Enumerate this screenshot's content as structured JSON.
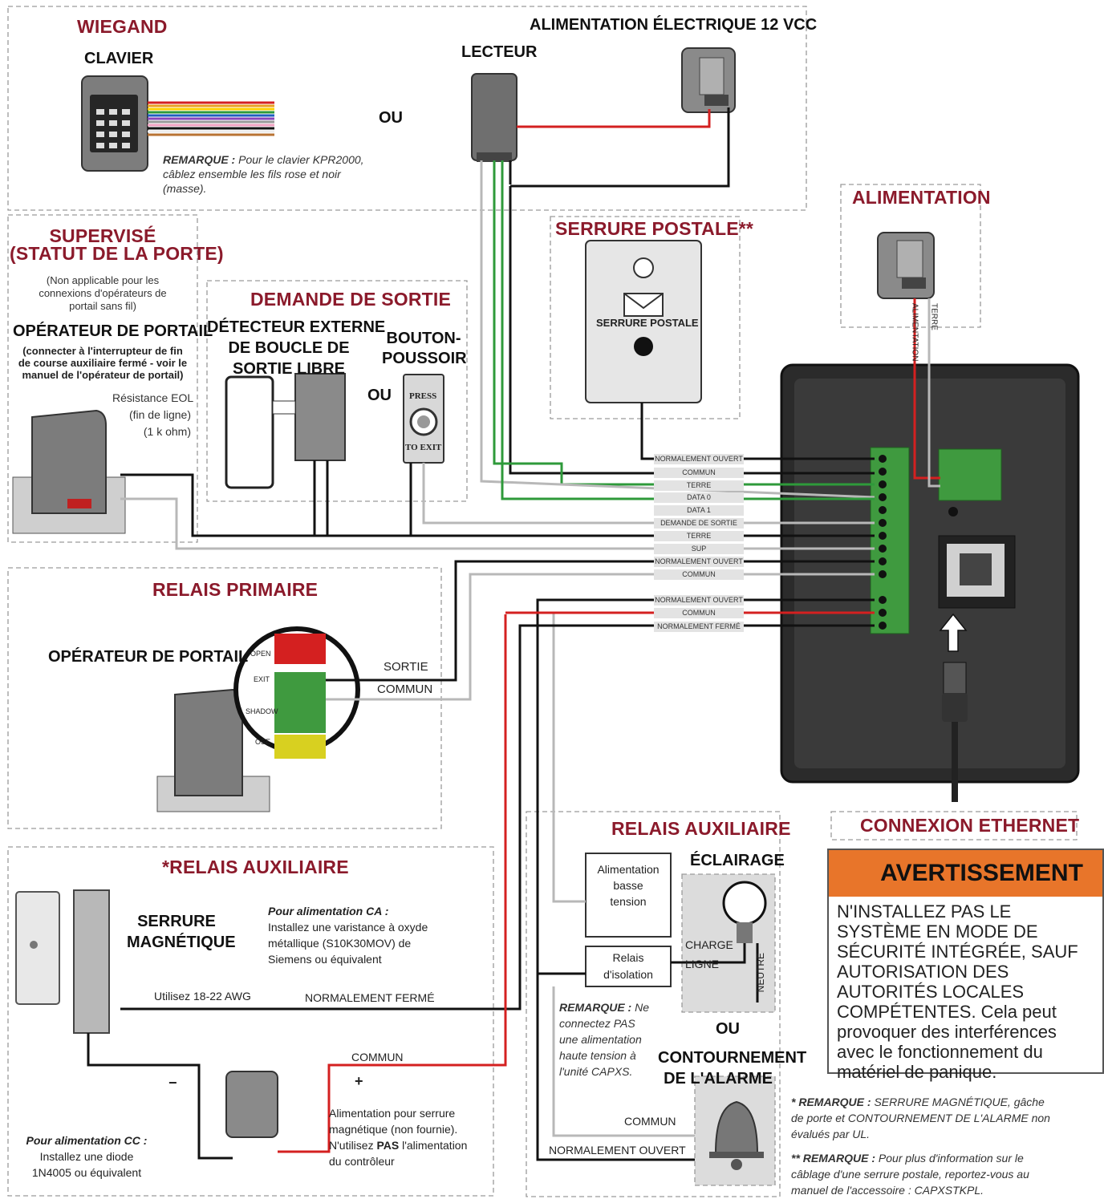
{
  "sections": {
    "wiegand": "WIEGAND",
    "power12": "ALIMENTATION ÉLECTRIQUE 12 VCC",
    "supervised": [
      "SUPERVISÉ",
      "(STATUT DE LA PORTE)"
    ],
    "rex": "DEMANDE DE SORTIE",
    "postal": "SERRURE POSTALE**",
    "power": "ALIMENTATION",
    "primary_relay": "RELAIS PRIMAIRE",
    "aux_relay_star": "*RELAIS AUXILIAIRE",
    "aux_relay": "RELAIS AUXILIAIRE",
    "ethernet": "CONNEXION ETHERNET"
  },
  "labels": {
    "keypad": "CLAVIER",
    "or1": "OU",
    "reader": "LECTEUR",
    "keypad_note_bold": "REMARQUE :",
    "keypad_note": [
      "Pour le clavier KPR2000,",
      "câblez ensemble les fils rose et noir",
      "(masse)."
    ],
    "wireless_note": [
      "(Non applicable pour les",
      "connexions d'opérateurs de",
      "portail sans fil)"
    ],
    "gate_operator": "OPÉRATEUR DE PORTAIL",
    "gate_operator_note": [
      "(connecter à l'interrupteur de fin",
      "de course auxiliaire fermé - voir le",
      "manuel de l'opérateur de portail)"
    ],
    "eol": [
      "Résistance EOL",
      "(fin de ligne)",
      "(1 k ohm)"
    ],
    "ext_detector": [
      "DÉTECTEUR EXTERNE",
      "DE BOUCLE DE",
      "SORTIE LIBRE"
    ],
    "pushbutton": [
      "BOUTON-",
      "POUSSOIR"
    ],
    "or2": "OU",
    "press": "PRESS",
    "to_exit": "TO EXIT",
    "postal_lock": "SERRURE POSTALE",
    "supply_alim": "ALIMENTATION",
    "supply_ground": "TERRE",
    "gate_operator2": "OPÉRATEUR DE PORTAIL",
    "sortie": "SORTIE",
    "commun": "COMMUN",
    "op_open": "OPEN",
    "op_exit": "EXIT",
    "op_shadow": "SHADOW",
    "op_close": "OSE",
    "mag_lock": [
      "SERRURE",
      "MAGNÉTIQUE"
    ],
    "ac_title": "Pour alimentation CA :",
    "ac_text": [
      "Installez une varistance à oxyde",
      "métallique (S10K30MOV) de",
      "Siemens ou équivalent"
    ],
    "awg": "Utilisez 18-22 AWG",
    "nc": "NORMALEMENT FERMÉ",
    "commun2": "COMMUN",
    "dc_title": "Pour alimentation CC :",
    "dc_text": [
      "Installez une diode",
      "1N4005 ou équivalent"
    ],
    "mag_supply": [
      "Alimentation pour serrure",
      "magnétique (non fournie).",
      "du contrôleur"
    ],
    "mag_supply_line2_pre": "N'utilisez ",
    "mag_supply_line2_bold": "PAS",
    "mag_supply_line2_post": " l'alimentation",
    "low_voltage": [
      "Alimentation",
      "basse",
      "tension"
    ],
    "isolation": [
      "Relais",
      "d'isolation"
    ],
    "lighting": "ÉCLAIRAGE",
    "charge": "CHARGE",
    "ligne": "LIGNE",
    "neutre": "NEUTRE",
    "or3": "OU",
    "hv_note_bold": "REMARQUE :",
    "hv_note": [
      "Ne",
      "connectez PAS",
      "une alimentation",
      "haute tension à",
      "l'unité CAPXS."
    ],
    "alarm_bypass": [
      "CONTOURNEMENT",
      "DE L'ALARME"
    ],
    "commun3": "COMMUN",
    "no": "NORMALEMENT OUVERT",
    "minus": "−",
    "plus": "+"
  },
  "terminals": [
    "NORMALEMENT OUVERT",
    "COMMUN",
    "TERRE",
    "DATA 0",
    "DATA 1",
    "DEMANDE DE SORTIE",
    "TERRE",
    "SUP",
    "NORMALEMENT OUVERT",
    "COMMUN",
    "NORMALEMENT OUVERT",
    "COMMUN",
    "NORMALEMENT FERMÉ"
  ],
  "warning": {
    "title": "AVERTISSEMENT",
    "body": "N'INSTALLEZ PAS LE SYSTÈME EN MODE DE SÉCURITÉ INTÉGRÉE, SAUF AUTORISATION DES AUTORITÉS LOCALES COMPÉTENTES. Cela peut provoquer des interférences avec le fonctionnement du matériel de panique."
  },
  "footnotes": {
    "n1_bold": "* REMARQUE :",
    "n1": "SERRURE MAGNÉTIQUE, gâche de porte et CONTOURNEMENT DE L'ALARME non évalués par UL.",
    "n2_bold": "** REMARQUE :",
    "n2": "Pour plus d'information sur le câblage d'une serrure postale, reportez-vous au manuel de l'accessoire : CAPXSTKPL."
  },
  "colors": {
    "section_title": "#8b1a2b",
    "wire_red": "#d42020",
    "wire_green": "#2e9a3a",
    "wire_black": "#111111",
    "wire_gray": "#b8b8b8",
    "warning_orange": "#e8752a",
    "panel": "#2b2b2b",
    "terminal_green": "#3f9a3f"
  }
}
